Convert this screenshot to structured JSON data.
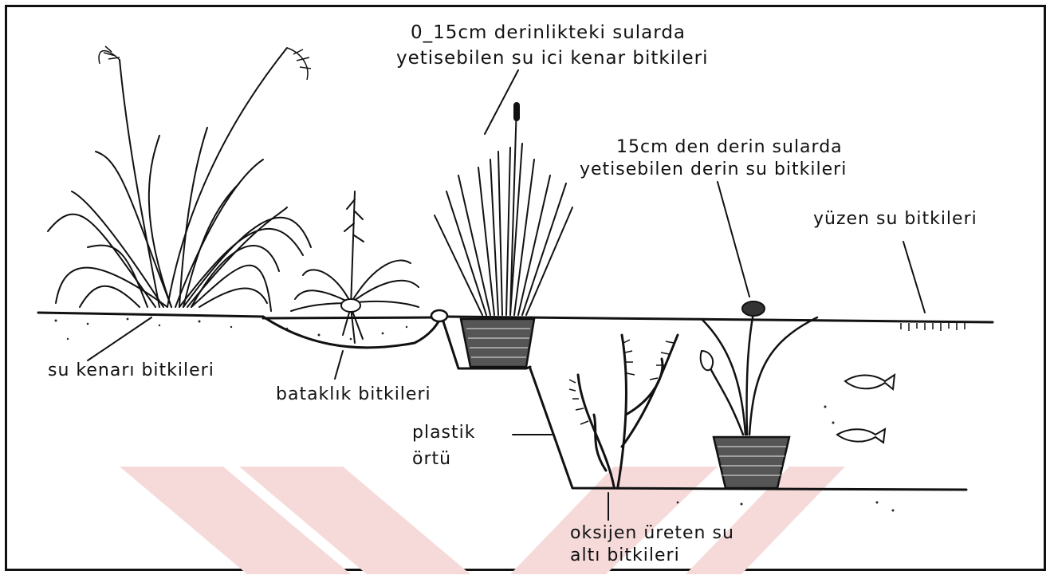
{
  "labels": {
    "shallow_marginal": [
      "0_15cm derinlikteki sularda",
      "yetisebilen su ici kenar bitkileri"
    ],
    "deep_water": [
      "15cm den derin sularda",
      "yetisebilen derin su bitkileri"
    ],
    "floating": "yüzen su bitkileri",
    "shore": "su kenarı bitkileri",
    "marsh": "bataklık bitkileri",
    "liner": [
      "plastik",
      "örtü"
    ],
    "oxygenating": [
      "oksijen üreten su",
      "altı bitkileri"
    ]
  },
  "colors": {
    "ink": "#111111",
    "watermark": "#f6dada"
  },
  "icons": {
    "watermark": "red-chevron-watermark"
  }
}
